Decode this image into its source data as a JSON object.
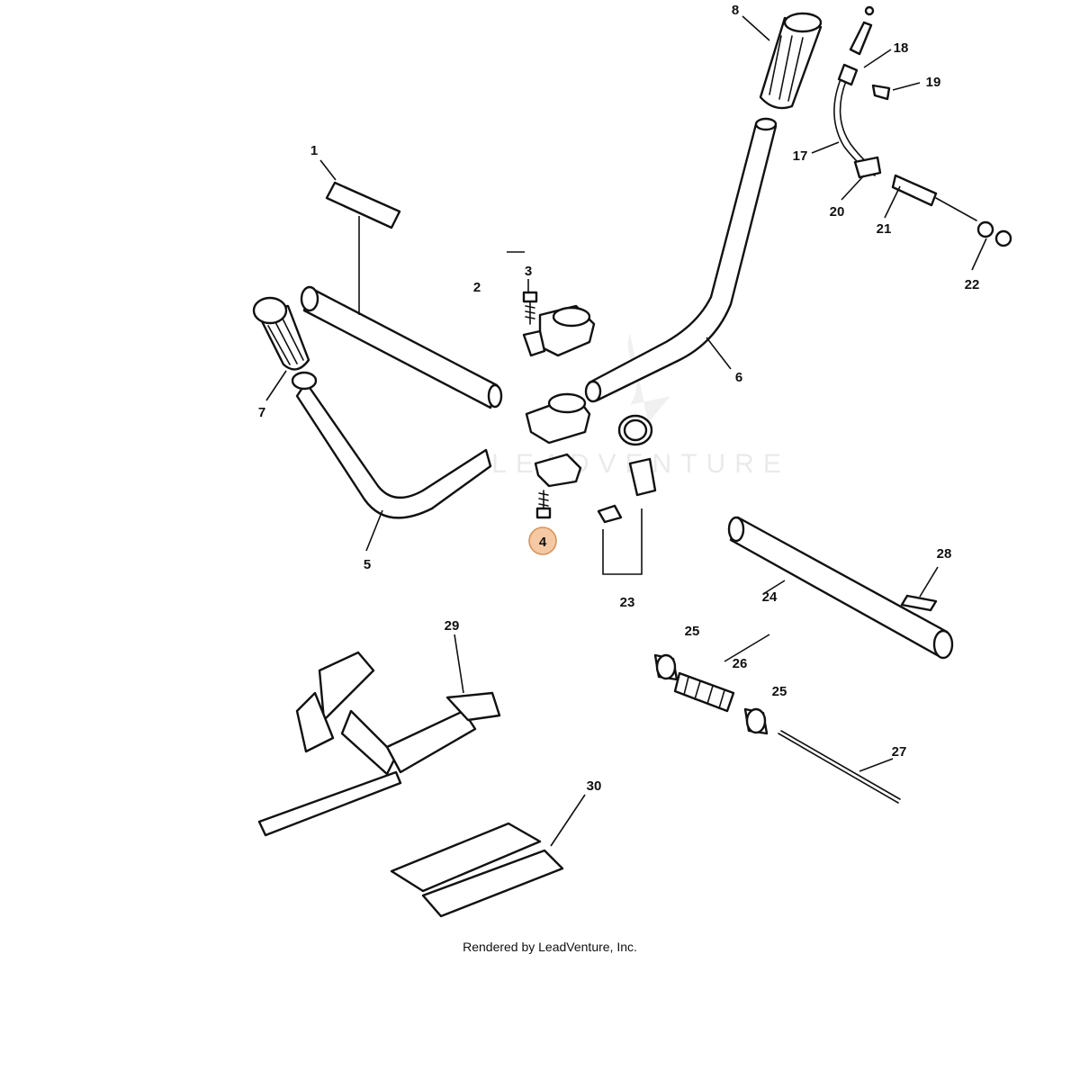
{
  "callouts": [
    {
      "id": "1",
      "label": "1"
    },
    {
      "id": "2",
      "label": "2"
    },
    {
      "id": "3",
      "label": "3"
    },
    {
      "id": "4",
      "label": "4",
      "highlighted": true
    },
    {
      "id": "5",
      "label": "5"
    },
    {
      "id": "6",
      "label": "6"
    },
    {
      "id": "7",
      "label": "7"
    },
    {
      "id": "8",
      "label": "8"
    },
    {
      "id": "17",
      "label": "17"
    },
    {
      "id": "18",
      "label": "18"
    },
    {
      "id": "19",
      "label": "19"
    },
    {
      "id": "20",
      "label": "20"
    },
    {
      "id": "21",
      "label": "21"
    },
    {
      "id": "22",
      "label": "22"
    },
    {
      "id": "23",
      "label": "23"
    },
    {
      "id": "24",
      "label": "24"
    },
    {
      "id": "25a",
      "label": "25"
    },
    {
      "id": "25b",
      "label": "25"
    },
    {
      "id": "26",
      "label": "26"
    },
    {
      "id": "27",
      "label": "27"
    },
    {
      "id": "28",
      "label": "28"
    },
    {
      "id": "29",
      "label": "29"
    },
    {
      "id": "30",
      "label": "30"
    }
  ],
  "watermark": {
    "text": "LEADVENTURE"
  },
  "footer": {
    "text": "Rendered by LeadVenture, Inc."
  },
  "colors": {
    "highlight_fill": "#f4c9a4",
    "highlight_stroke": "#d9935a",
    "line": "#111111"
  }
}
